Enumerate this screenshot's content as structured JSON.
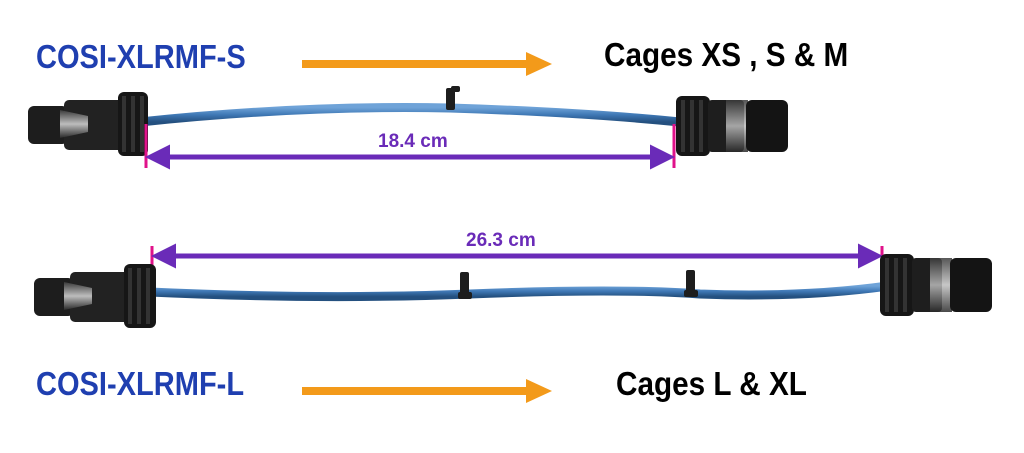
{
  "colors": {
    "model_text": "#1f3fb0",
    "arrow": "#f39a1a",
    "measure": "#6a2bb8",
    "marker": "#e0128a",
    "cable": "#3f78b5",
    "connector": "#1d1d1d"
  },
  "top": {
    "model": "COSI-XLRMF-S",
    "cages": "Cages XS , S & M",
    "length": "18.4 cm"
  },
  "bottom": {
    "model": "COSI-XLRMF-L",
    "cages": "Cages L & XL",
    "length": "26.3 cm"
  }
}
